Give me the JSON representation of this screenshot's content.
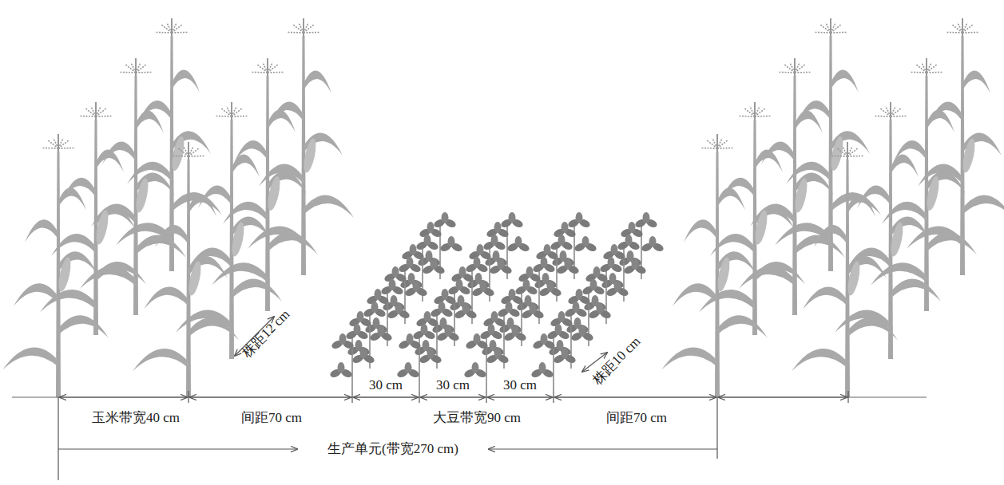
{
  "diagram": {
    "labels": [
      "株距12 cm",
      "30 cm",
      "30 cm",
      "30 cm",
      "株距10 cm",
      "玉米带宽40 cm",
      "间距70 cm",
      "大豆带宽90 cm",
      "间距70 cm",
      "生产单元(带宽270 cm)"
    ]
  }
}
